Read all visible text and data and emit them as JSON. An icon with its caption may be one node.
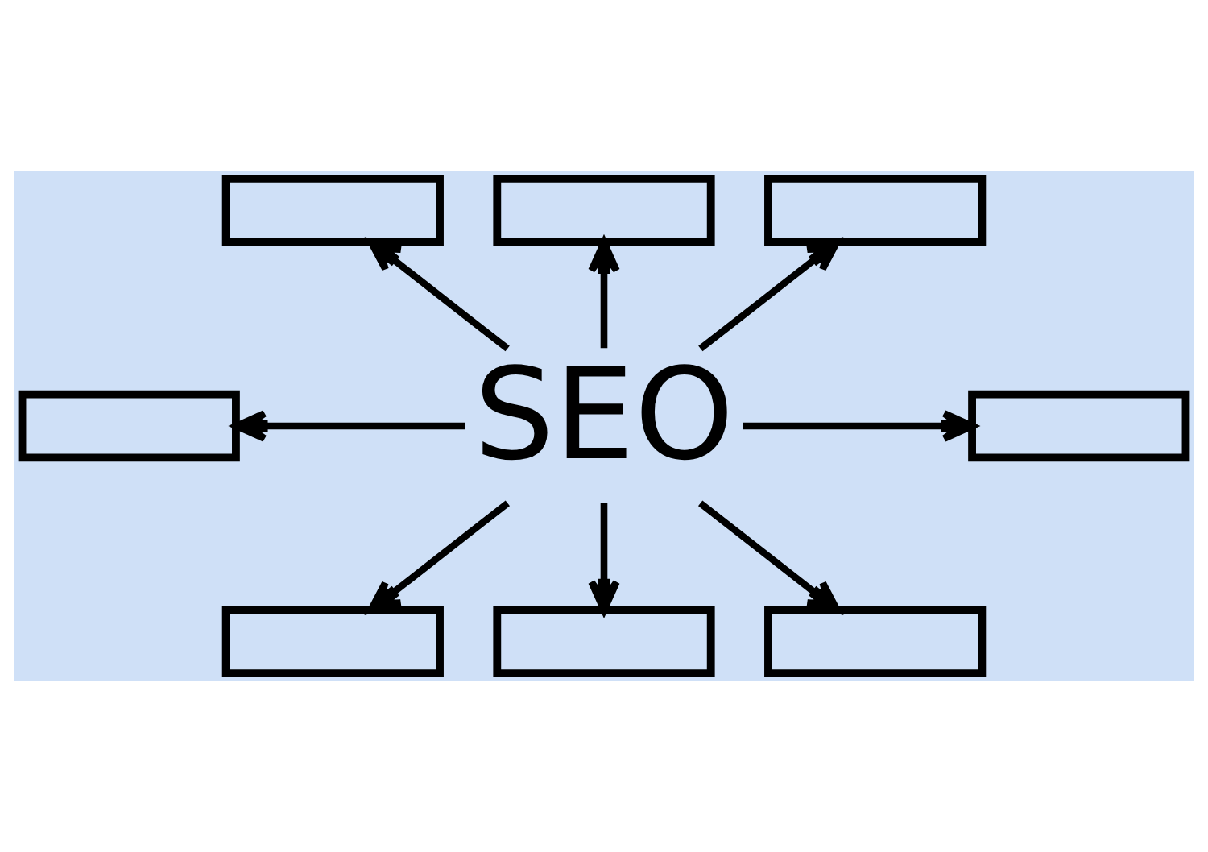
{
  "diagram": {
    "nodes": [
      {
        "text": [],
        "shape": "box"
      },
      {
        "text": [],
        "shape": "box"
      },
      {
        "text": [],
        "shape": "box"
      },
      {
        "text": [],
        "shape": "box"
      },
      {
        "text": [
          "SEO"
        ]
      },
      {
        "text": [],
        "shape": "box"
      },
      {
        "text": [],
        "shape": "box"
      },
      {
        "text": [],
        "shape": "box"
      },
      {
        "text": [],
        "shape": "box"
      }
    ],
    "edges": [
      {
        "from": 4,
        "to": 0,
        "arrow": "to"
      },
      {
        "from": 4,
        "to": 1,
        "arrow": "to"
      },
      {
        "from": 4,
        "to": 2,
        "arrow": "to"
      },
      {
        "from": 4,
        "to": 3,
        "arrow": "to"
      },
      {
        "from": 4,
        "to": 5,
        "arrow": "to"
      },
      {
        "from": 4,
        "to": 6,
        "arrow": "to"
      },
      {
        "from": 4,
        "to": 7,
        "arrow": "to"
      },
      {
        "from": 4,
        "to": 8,
        "arrow": "to"
      }
    ]
  }
}
